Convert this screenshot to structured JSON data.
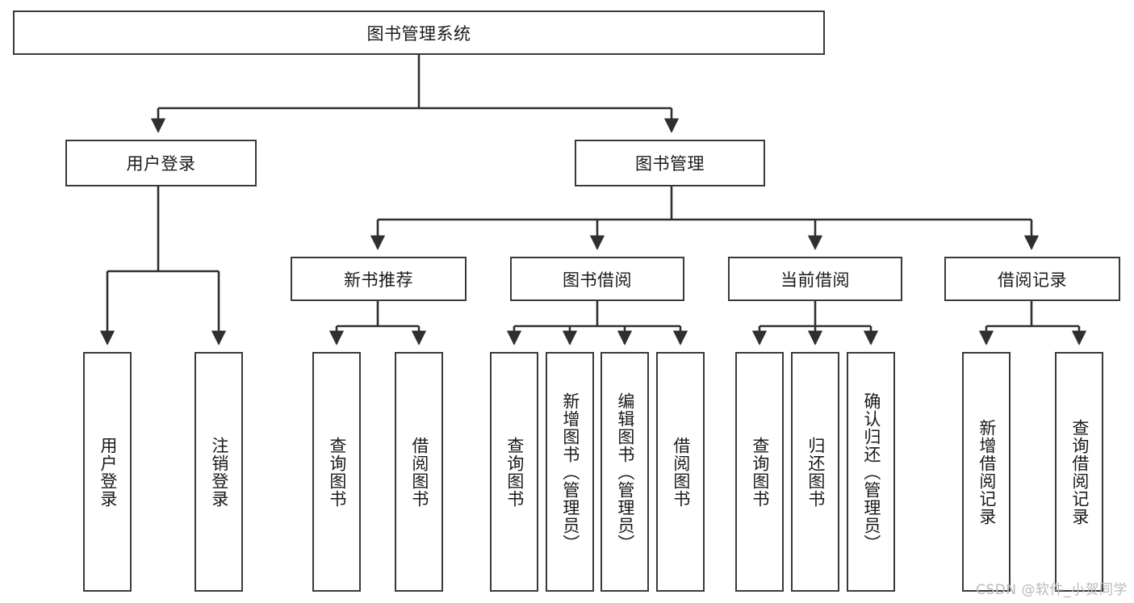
{
  "diagram": {
    "type": "tree-hierarchy",
    "title": "图书管理系统",
    "background_color": "#ffffff",
    "border_color": "#3a3a3a",
    "text_color": "#1a1a1a",
    "root": {
      "label": "图书管理系统"
    },
    "level2": [
      {
        "label": "用户登录"
      },
      {
        "label": "图书管理"
      }
    ],
    "level3": [
      {
        "label": "新书推荐"
      },
      {
        "label": "图书借阅"
      },
      {
        "label": "当前借阅"
      },
      {
        "label": "借阅记录"
      }
    ],
    "leaves": [
      {
        "label": "用户登录",
        "parent": "用户登录"
      },
      {
        "label": "注销登录",
        "parent": "用户登录"
      },
      {
        "label": "查询图书",
        "parent": "新书推荐"
      },
      {
        "label": "借阅图书",
        "parent": "新书推荐"
      },
      {
        "label": "查询图书",
        "parent": "图书借阅"
      },
      {
        "label": "新增图书（管理员）",
        "parent": "图书借阅"
      },
      {
        "label": "编辑图书（管理员）",
        "parent": "图书借阅"
      },
      {
        "label": "借阅图书",
        "parent": "图书借阅"
      },
      {
        "label": "查询图书",
        "parent": "当前借阅"
      },
      {
        "label": "归还图书",
        "parent": "当前借阅"
      },
      {
        "label": "确认归还（管理员）",
        "parent": "当前借阅"
      },
      {
        "label": "新增借阅记录",
        "parent": "借阅记录"
      },
      {
        "label": "查询借阅记录",
        "parent": "借阅记录"
      }
    ]
  },
  "watermark": {
    "text": "CSDN @软件_小贺同学",
    "color": "#b9b9b9"
  }
}
